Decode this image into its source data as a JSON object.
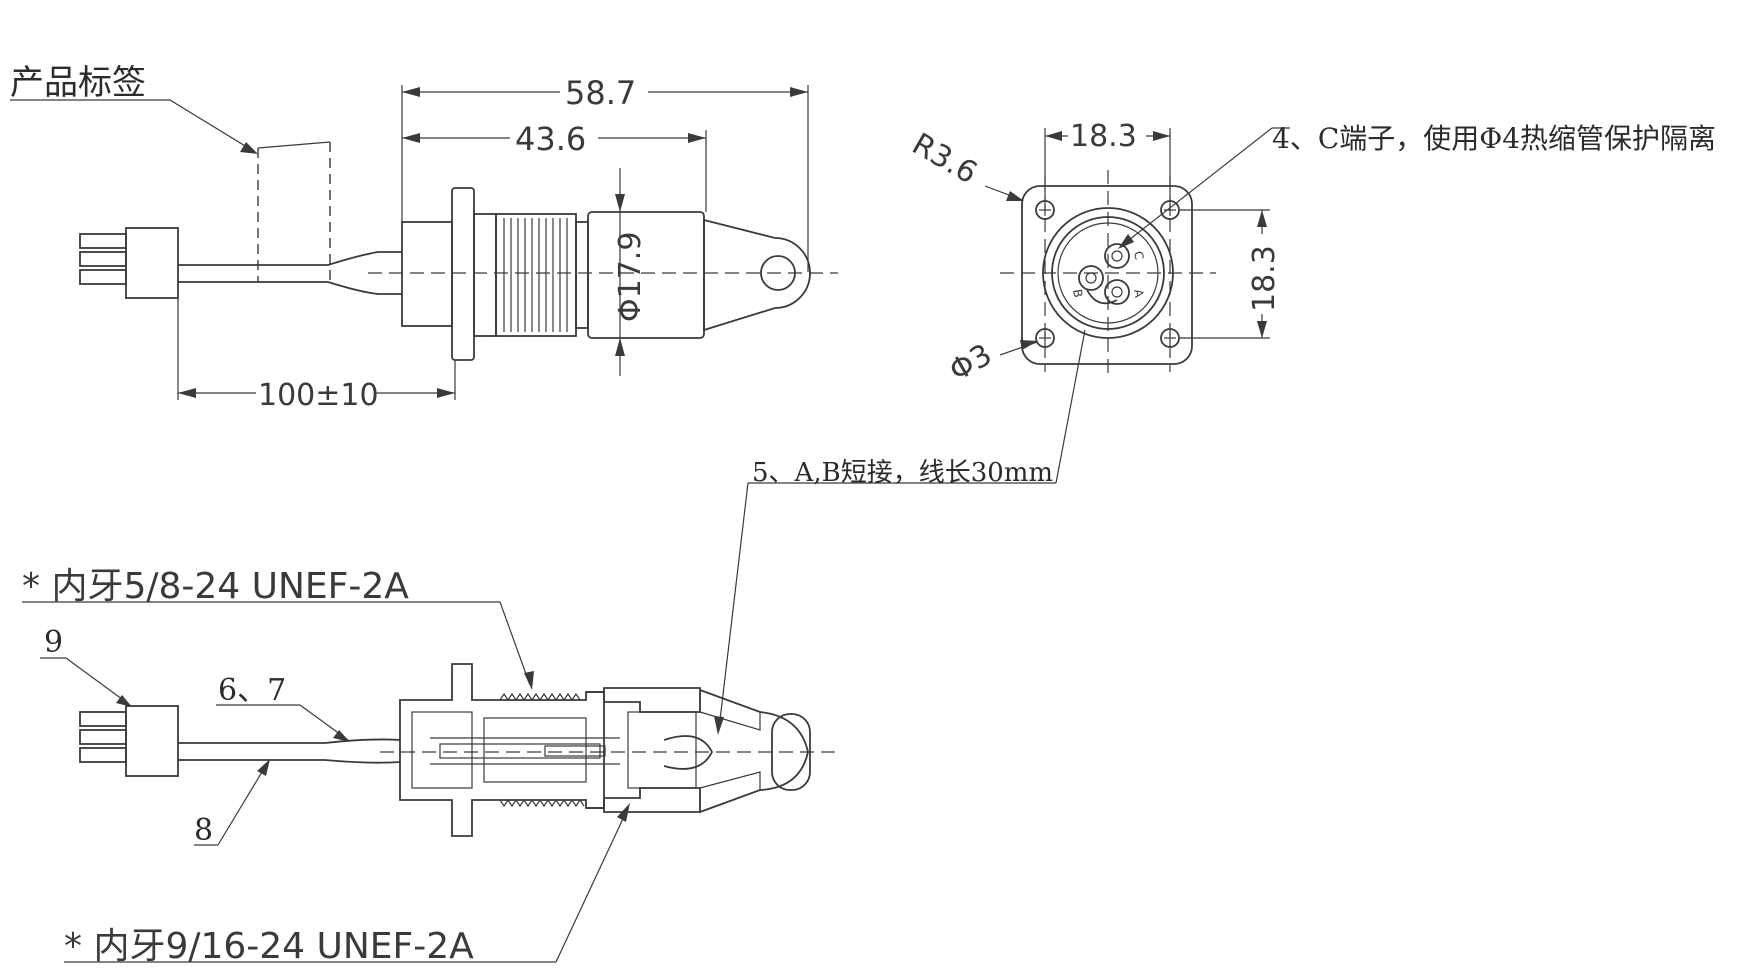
{
  "labels": {
    "product_label": "产品标签",
    "note_4": "4、C端子，使用Φ4热缩管保护隔离",
    "note_5": "5、A,B短接，线长30mm",
    "thread_outer": "* 内牙5/8-24 UNEF-2A",
    "thread_inner": "* 内牙9/16-24 UNEF-2A",
    "item_9": "9",
    "item_67": "6、7",
    "item_8": "8"
  },
  "dimensions": {
    "overall_length": "58.7",
    "body_length": "43.6",
    "body_diameter": "Φ17.9",
    "lead_length": "100±10",
    "flange_width": "18.3",
    "flange_height": "18.3",
    "corner_radius": "R3.6",
    "hole_diameter": "Φ3"
  },
  "pins": {
    "a": "A",
    "b": "B",
    "c": "C"
  }
}
